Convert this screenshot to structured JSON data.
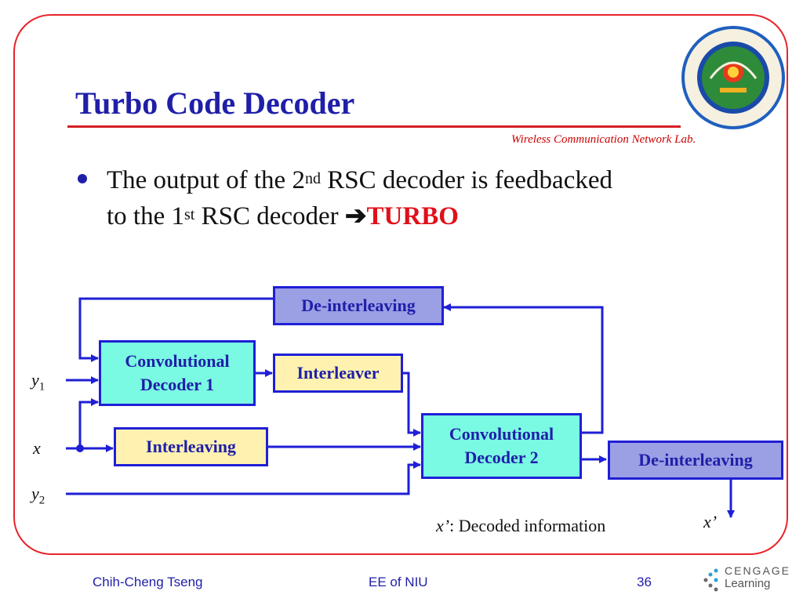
{
  "slide": {
    "title": "Turbo Code Decoder",
    "lab_name": "Wireless Communication Network Lab.",
    "bullet": {
      "text_1": "The output of the 2",
      "sup_1": "nd",
      "text_2": " RSC decoder is feedbacked",
      "text_3": "to the 1",
      "sup_2": "st",
      "text_4": " RSC decoder ",
      "arrow": "➔",
      "emphasis": "TURBO"
    }
  },
  "diagram": {
    "blocks": {
      "deinterleaving_top": "De-interleaving",
      "conv_decoder_1_line1": "Convolutional",
      "conv_decoder_1_line2": "Decoder 1",
      "interleaver": "Interleaver",
      "interleaving": "Interleaving",
      "conv_decoder_2_line1": "Convolutional",
      "conv_decoder_2_line2": "Decoder 2",
      "deinterleaving_out": "De-interleaving"
    },
    "signals": {
      "y1": "y",
      "y1_sub": "1",
      "x": "x",
      "y2": "y",
      "y2_sub": "2",
      "x_out": "x’"
    },
    "legend": {
      "symbol": "x’",
      "text": ":  Decoded information"
    },
    "colors": {
      "line": "#1f1fd6",
      "deinterleaver_fill": "#9b9fe4",
      "decoder_fill": "#7af9e3",
      "interleaver_fill": "#fff2b0"
    }
  },
  "footer": {
    "author": "Chih-Cheng Tseng",
    "org": "EE of NIU",
    "page": "36",
    "publisher_line1": "CENGAGE",
    "publisher_line2": "Learning"
  }
}
